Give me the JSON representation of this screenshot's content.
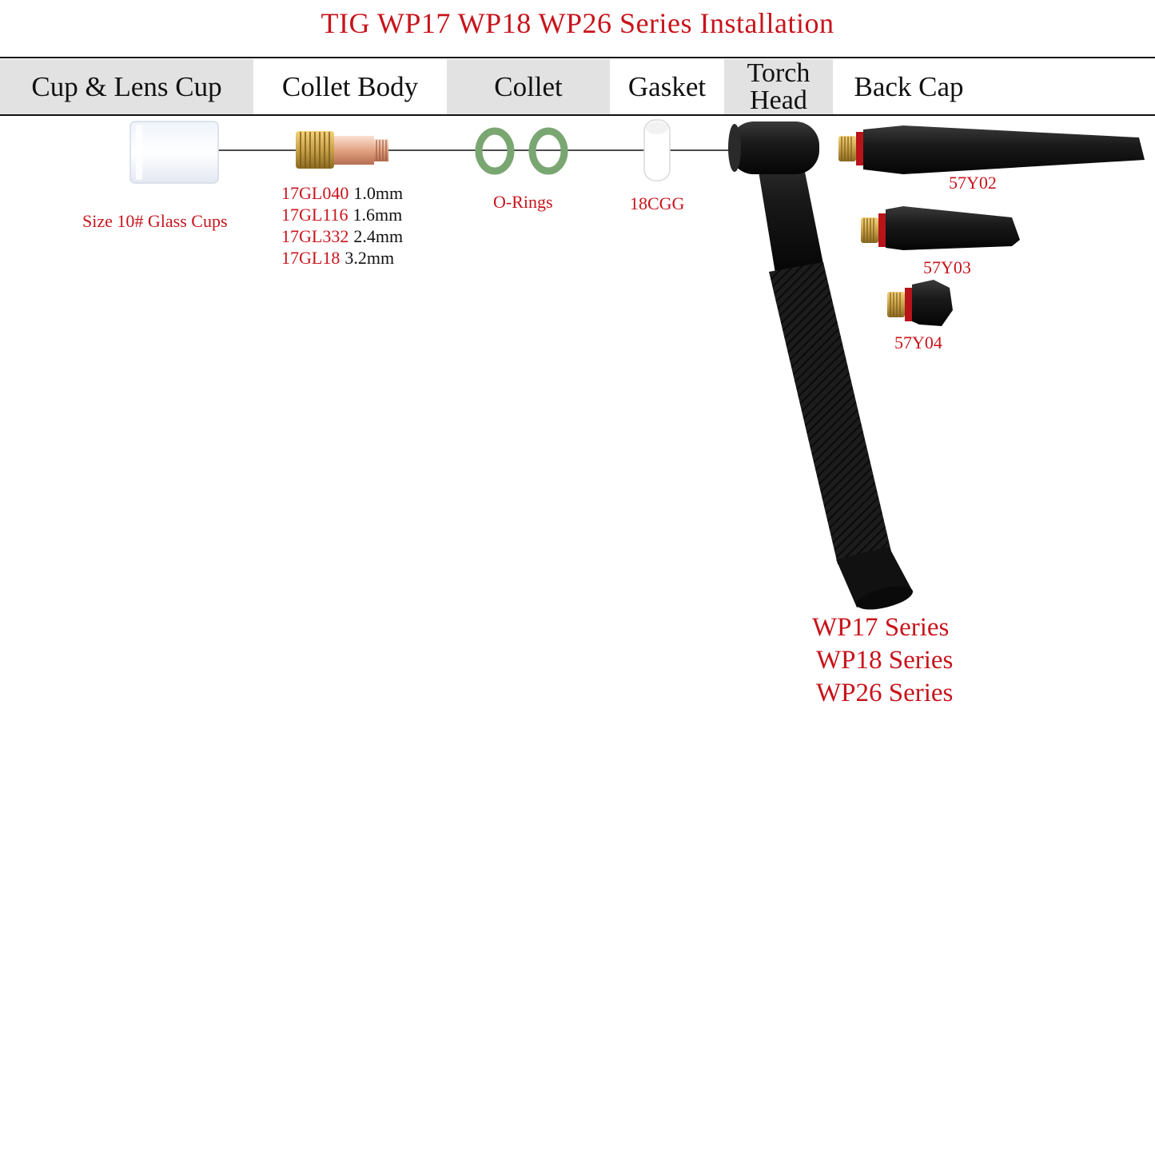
{
  "title": "TIG WP17 WP18 WP26 Series Installation",
  "headers": {
    "cup": "Cup & Lens Cup",
    "collet_body": "Collet Body",
    "collet": "Collet",
    "gasket": "Gasket",
    "torch_head_line1": "Torch",
    "torch_head_line2": "Head",
    "back_cap": "Back Cap"
  },
  "labels": {
    "glass_cups": "Size 10# Glass Cups",
    "o_rings": "O-Rings",
    "gasket_code": "18CGG",
    "back_cap_long": "57Y02",
    "back_cap_medium": "57Y03",
    "back_cap_short": "57Y04"
  },
  "collet_body_specs": [
    {
      "code": "17GL040",
      "size": "1.0mm"
    },
    {
      "code": "17GL116",
      "size": "1.6mm"
    },
    {
      "code": "17GL332",
      "size": "2.4mm"
    },
    {
      "code": "17GL18",
      "size": "3.2mm"
    }
  ],
  "series": [
    "WP17 Series",
    "WP18 Series",
    "WP26 Series"
  ],
  "colors": {
    "accent_red": "#c8141c",
    "header_grey": "#e2e2e2",
    "o_ring_green": "#7aa672",
    "brass": "#c9a24a",
    "copper": "#e3a383",
    "torch_black": "#161616"
  }
}
